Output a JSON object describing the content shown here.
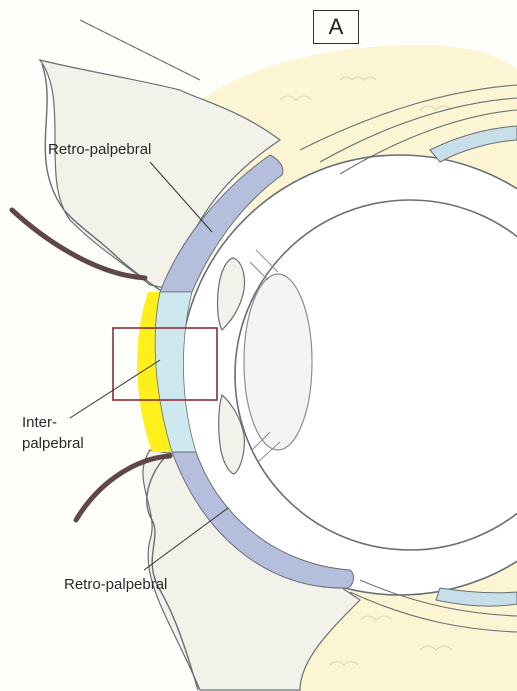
{
  "figure": {
    "panel_letter": "A",
    "labels": {
      "retro_palpebral_upper": "Retro-palpebral",
      "inter_palpebral_line1": "Inter-",
      "inter_palpebral_line2": "palpebral",
      "retro_palpebral_lower": "Retro-palpebral"
    },
    "colors": {
      "background": "#fefefb",
      "orbital_fat": "#fbf5d3",
      "eyelid_tissue": "#f2f1ea",
      "interpalpebral_zone": "#ffef1a",
      "retro_palpebral_band": "#b5bedc",
      "inter_palpebral_band": "#cde8ee",
      "highlight_box": "#8b2c3a",
      "muscle_band": "#c7dfe8",
      "eyelash": "#5e4745",
      "outline": "#6a6f72"
    }
  }
}
